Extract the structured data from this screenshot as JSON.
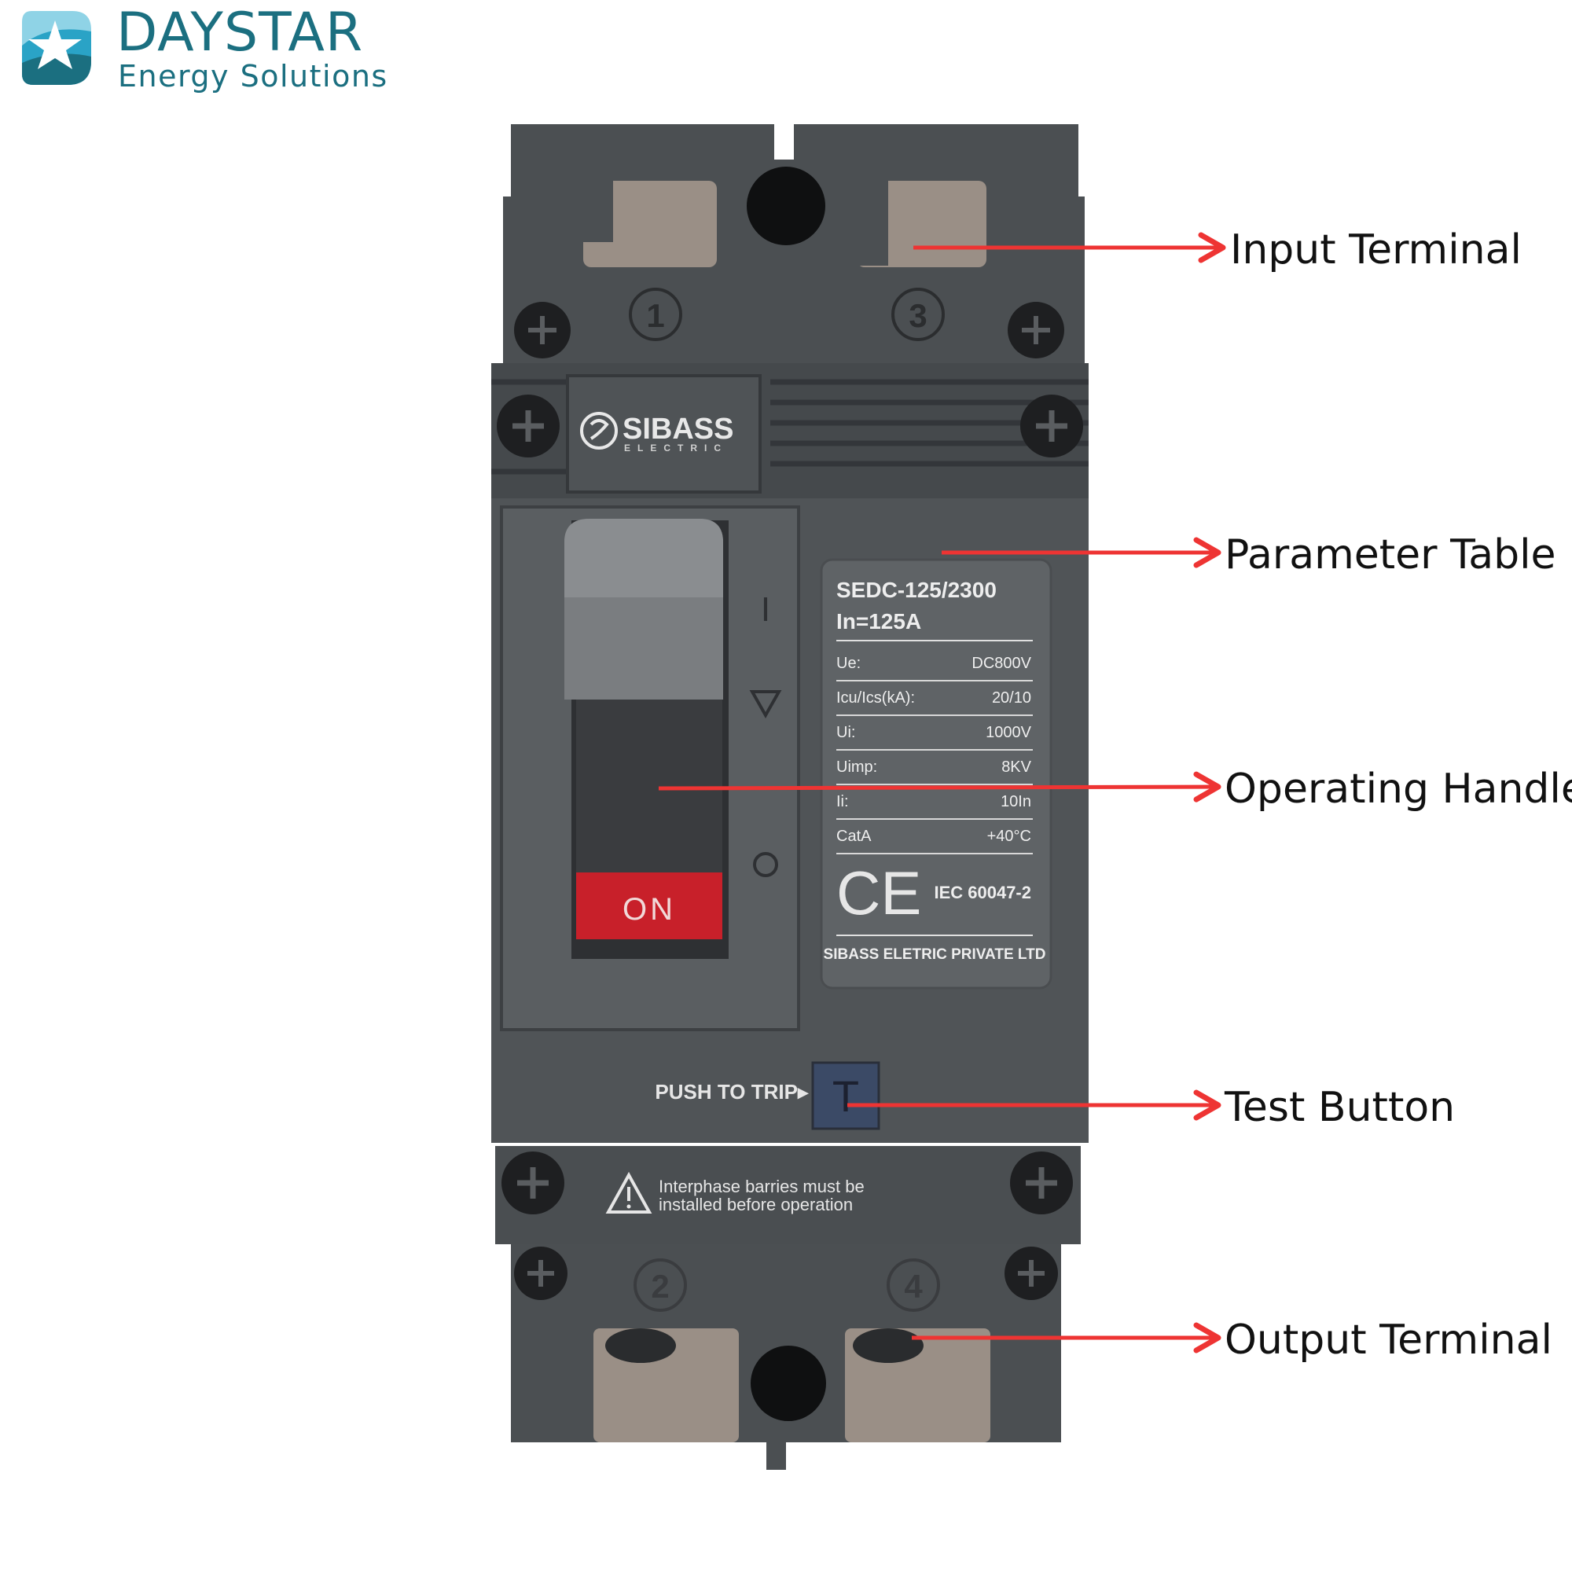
{
  "brand": {
    "name": "DAYSTAR",
    "tagline": "Energy Solutions",
    "colors": {
      "primary": "#1b6f80",
      "accent": "#2aa3c6",
      "light": "#8fd3e6"
    }
  },
  "breaker": {
    "maker_logo": "SIBASS",
    "maker_sub": "ELECTRIC",
    "terminal_numbers": {
      "top_left": "1",
      "top_right": "3",
      "bottom_left": "2",
      "bottom_right": "4"
    },
    "handle": {
      "on_marker": "I",
      "state_label": "ON"
    },
    "rating_plate": {
      "model": "SEDC-125/2300",
      "rated_current": "In=125A",
      "rows": [
        {
          "key": "Ue:",
          "value": "DC800V"
        },
        {
          "key": "Icu/Ics(kA):",
          "value": "20/10"
        },
        {
          "key": "Ui:",
          "value": "1000V"
        },
        {
          "key": "Uimp:",
          "value": "8KV"
        },
        {
          "key": "Ii:",
          "value": "10In"
        },
        {
          "key": "CatA",
          "value": "+40°C"
        }
      ],
      "ce_mark": "CE",
      "standard": "IEC 60047-2",
      "manufacturer": "SIBASS ELETRIC PRIVATE LTD"
    },
    "trip_label": "PUSH TO TRIP▸",
    "test_button_letter": "T",
    "warning_line1": "Interphase barries must be",
    "warning_line2": "installed before operation"
  },
  "callouts": [
    {
      "id": "input-terminal",
      "label": "Input Terminal"
    },
    {
      "id": "parameter-table",
      "label": "Parameter Table"
    },
    {
      "id": "operating-handle",
      "label": "Operating Handle"
    },
    {
      "id": "test-button",
      "label": "Test Button"
    },
    {
      "id": "output-terminal",
      "label": "Output Terminal"
    }
  ],
  "colors": {
    "arrow": "#ee3433",
    "body": "#505457",
    "body_dark": "#3a3d40",
    "plate": "#5f6366",
    "handle": "#7a7d80",
    "on_red": "#c8202a",
    "test_button": "#3b4a66"
  }
}
